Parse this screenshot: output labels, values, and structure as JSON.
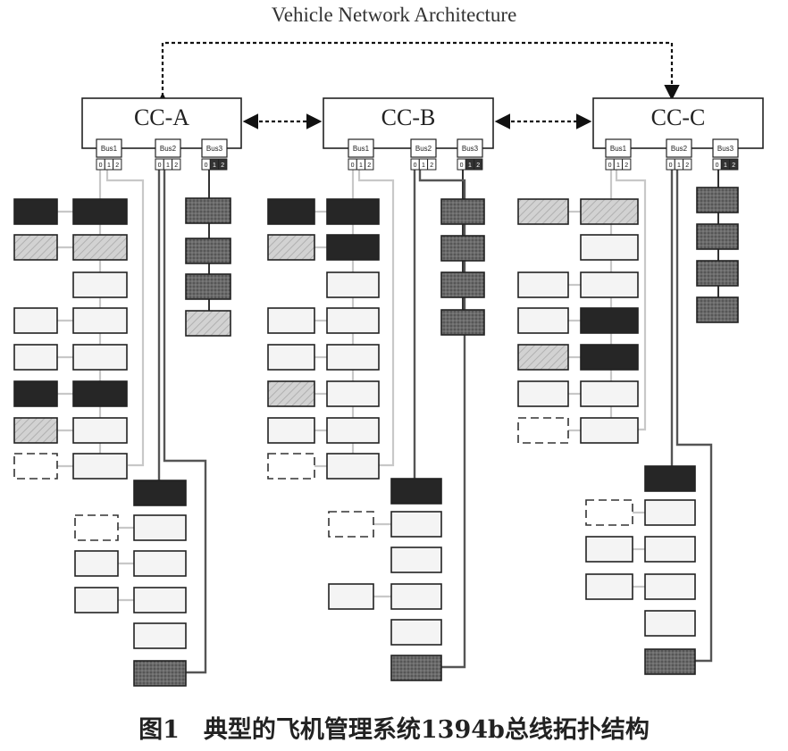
{
  "title": "Vehicle Network Architecture",
  "caption": "图1　典型的飞机管理系统1394b总线拓扑结构",
  "controllers": [
    {
      "label": "CC-A",
      "buses": [
        "Bus1",
        "Bus2",
        "Bus3"
      ],
      "ports": [
        "0",
        "1",
        "2"
      ]
    },
    {
      "label": "CC-B",
      "buses": [
        "Bus1",
        "Bus2",
        "Bus3"
      ],
      "ports": [
        "0",
        "1",
        "2"
      ]
    },
    {
      "label": "CC-C",
      "buses": [
        "Bus1",
        "Bus2",
        "Bus3"
      ],
      "ports": [
        "0",
        "1",
        "2"
      ]
    }
  ],
  "legend_styles": {
    "black": "#262626",
    "hatched": "#cfcfcf",
    "white": "#f4f4f4",
    "dotted": "#6e6e6e",
    "dashed": "#ffffff"
  }
}
